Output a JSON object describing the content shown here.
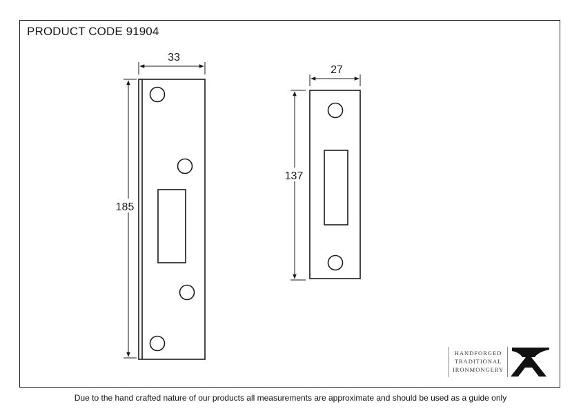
{
  "header": {
    "product_code": "PRODUCT CODE 91904"
  },
  "dimensions": {
    "large_plate_width": "33",
    "large_plate_height": "185",
    "small_plate_width": "27",
    "small_plate_height": "137"
  },
  "logo": {
    "line1": "HANDFORGED",
    "line2": "TRADITIONAL",
    "line3": "IRONMONGERY",
    "icon": "anvil-icon"
  },
  "footer": {
    "disclaimer": "Due to the hand crafted nature of our products all measurements are approximate and should be used as a guide only"
  },
  "colors": {
    "line": "#1a1a1a"
  }
}
